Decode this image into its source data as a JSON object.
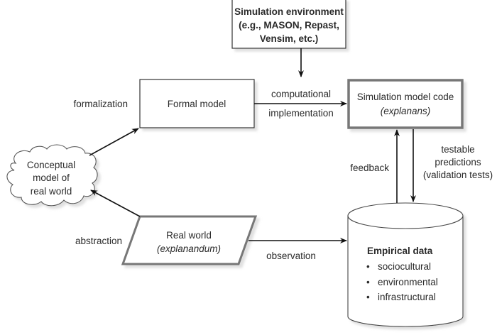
{
  "diagram": {
    "nodes": {
      "sim_env": {
        "lines": [
          "Simulation environment",
          "(e.g., MASON, Repast,",
          "Vensim, etc.)"
        ]
      },
      "formal_model": {
        "label": "Formal model"
      },
      "sim_code": {
        "title": "Simulation model code",
        "subtitle": "(explanans)"
      },
      "conceptual": {
        "lines": [
          "Conceptual",
          "model of",
          "real world"
        ]
      },
      "real_world": {
        "title": "Real world",
        "subtitle": "(explanandum)"
      },
      "empirical": {
        "title": "Empirical data",
        "items": [
          "sociocultural",
          "environmental",
          "infrastructural"
        ]
      }
    },
    "edges": {
      "formalization": "formalization",
      "computational": "computational",
      "implementation": "implementation",
      "feedback": "feedback",
      "testable": [
        "testable",
        "predictions",
        "(validation tests)"
      ],
      "abstraction": "abstraction",
      "observation": "observation"
    },
    "bullet": "•"
  }
}
